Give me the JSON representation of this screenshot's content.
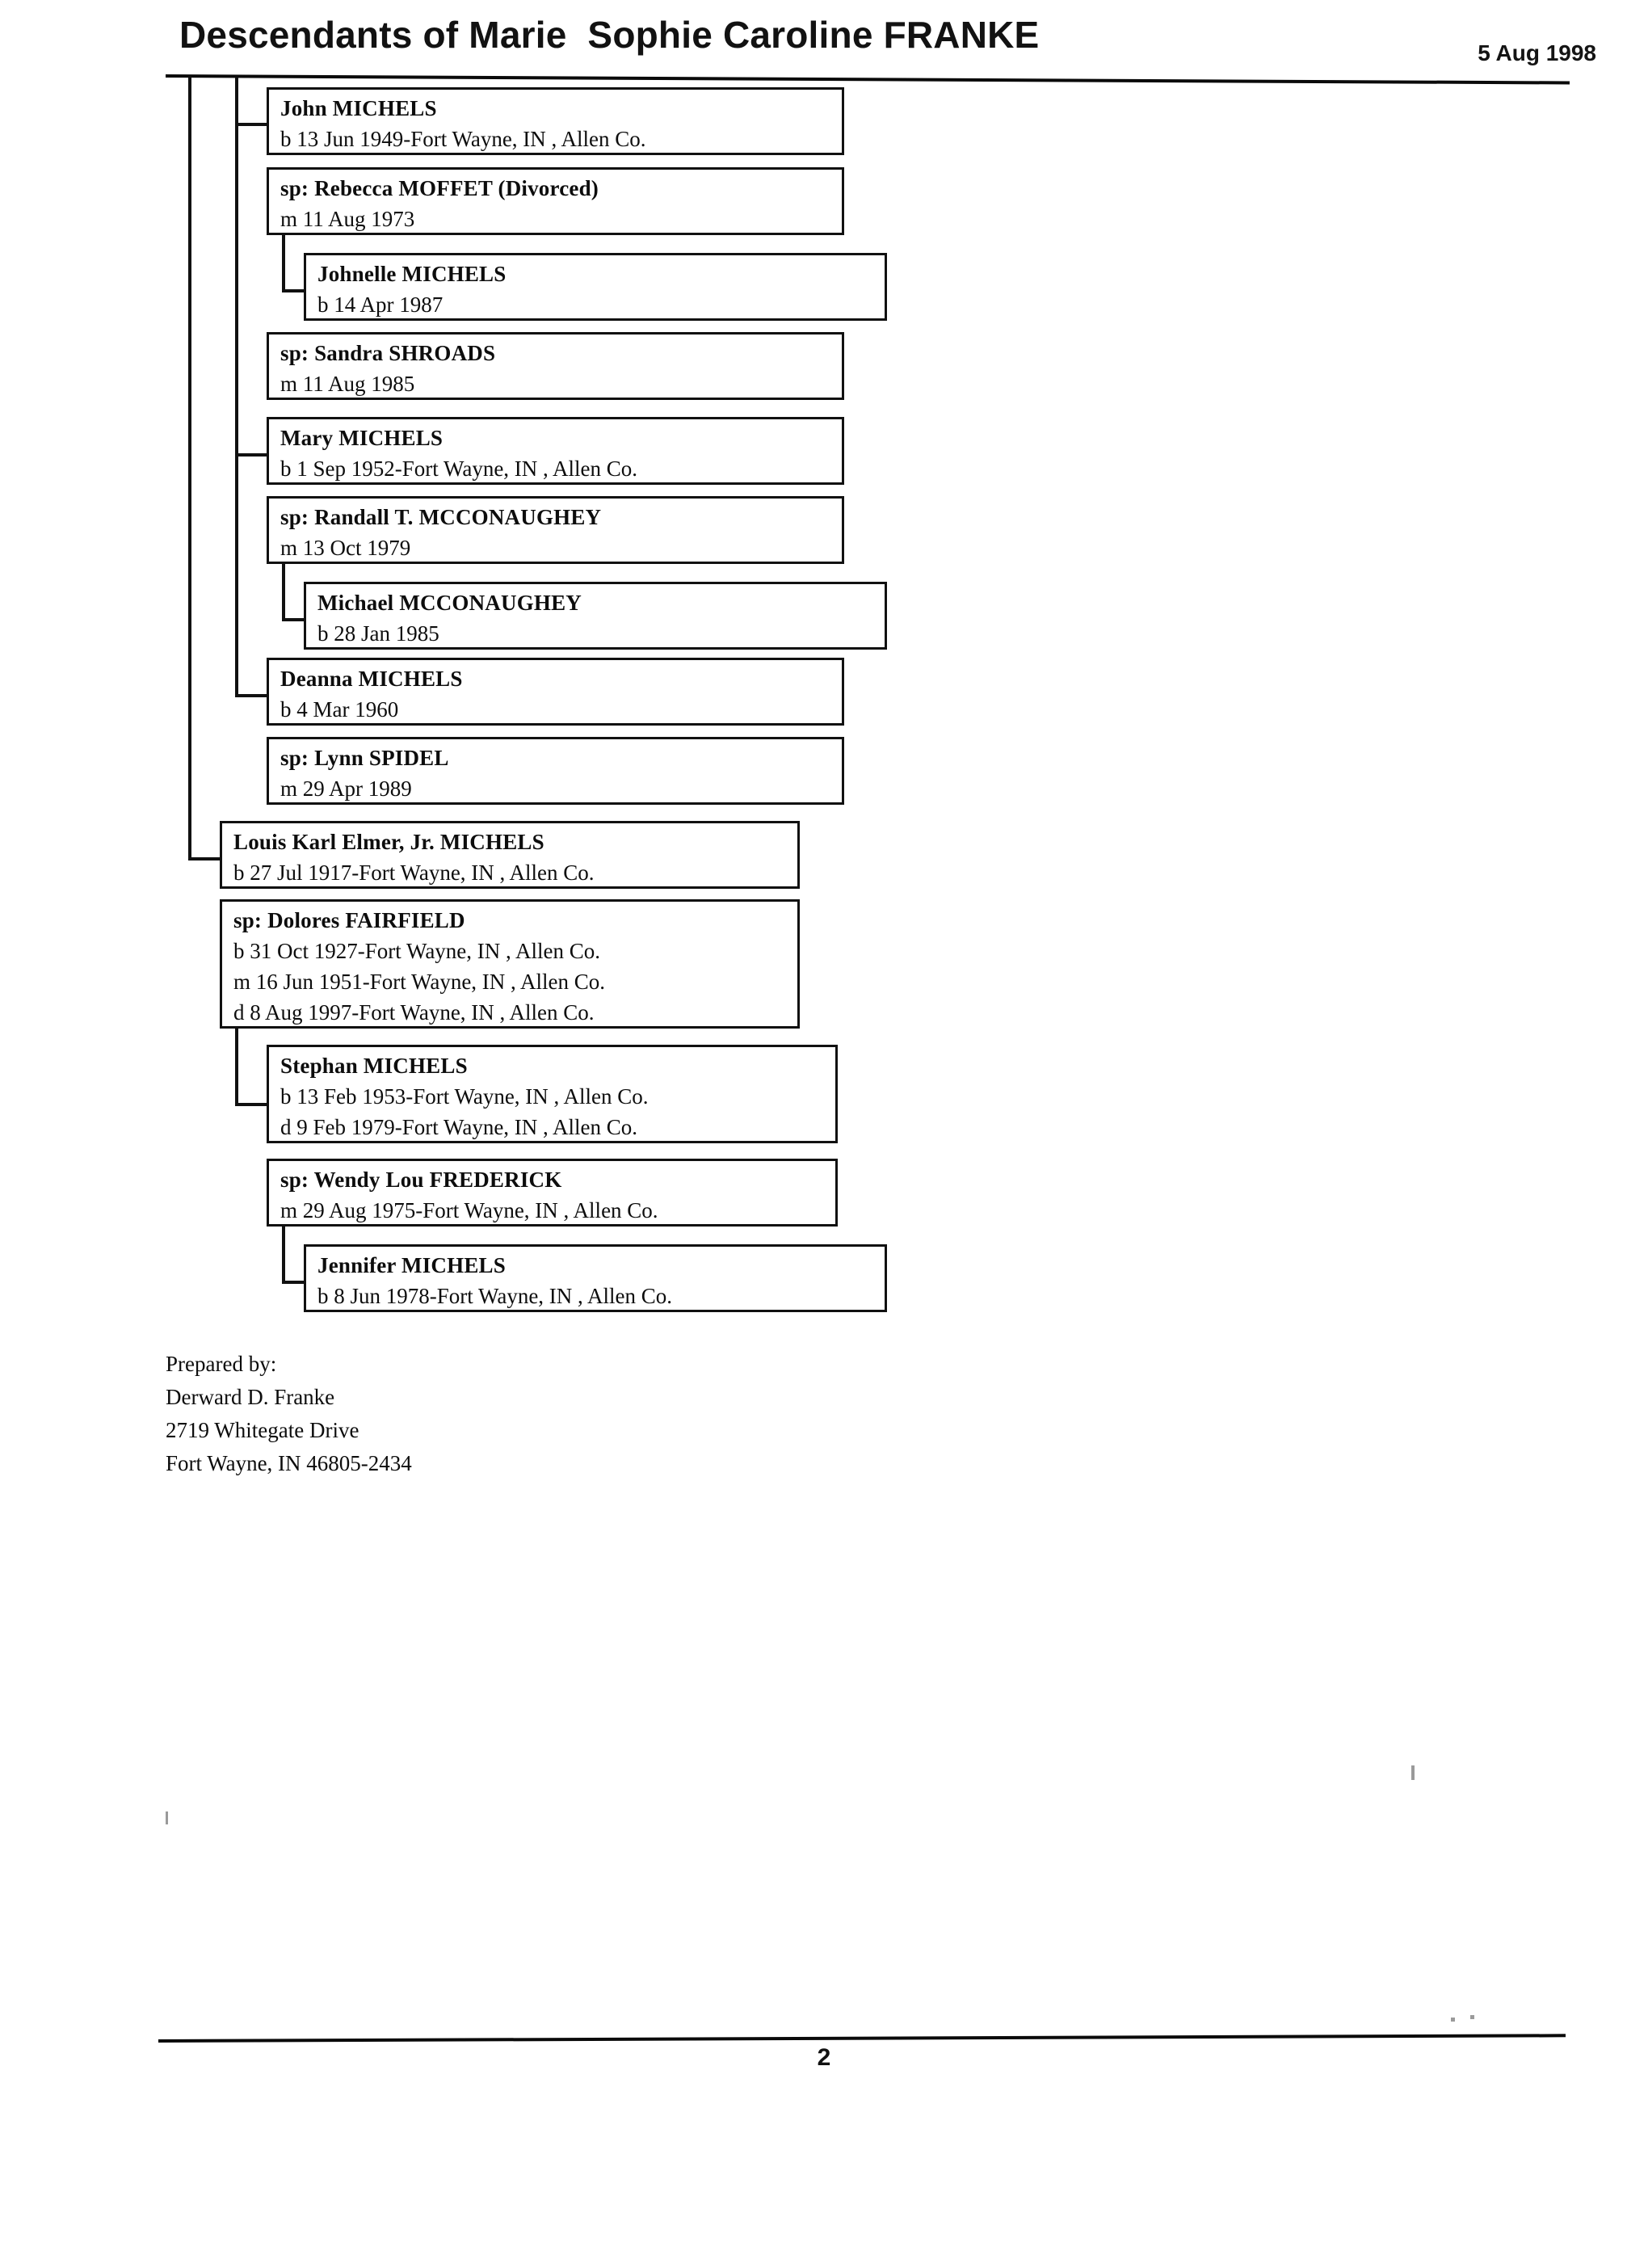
{
  "document": {
    "title": "Descendants of Marie  Sophie Caroline FRANKE",
    "date": "5 Aug 1998",
    "page_number": "2"
  },
  "prepared_by": {
    "label": "Prepared by:",
    "name": "Derward D. Franke",
    "street": "2719 Whitegate Drive",
    "city_state_zip": "Fort Wayne, IN 46805-2434"
  },
  "nodes": [
    {
      "id": "john-michels",
      "kind": "person",
      "name": "John MICHELS",
      "detail1": "b 13 Jun 1949-Fort Wayne, IN , Allen Co."
    },
    {
      "id": "rebecca-moffet",
      "kind": "spouse",
      "name": "sp: Rebecca MOFFET (Divorced)",
      "detail1": "m 11 Aug 1973"
    },
    {
      "id": "johnelle-michels",
      "kind": "child",
      "name": "Johnelle MICHELS",
      "detail1": "b 14 Apr 1987"
    },
    {
      "id": "sandra-shroads",
      "kind": "spouse",
      "name": "sp: Sandra SHROADS",
      "detail1": "m 11 Aug 1985"
    },
    {
      "id": "mary-michels",
      "kind": "person",
      "name": "Mary MICHELS",
      "detail1": "b 1 Sep 1952-Fort Wayne, IN , Allen Co."
    },
    {
      "id": "randall-mcconaughey",
      "kind": "spouse",
      "name": "sp: Randall T. MCCONAUGHEY",
      "detail1": "m 13 Oct 1979"
    },
    {
      "id": "michael-mcconaughey",
      "kind": "child",
      "name": "Michael MCCONAUGHEY",
      "detail1": "b 28 Jan 1985"
    },
    {
      "id": "deanna-michels",
      "kind": "person",
      "name": "Deanna MICHELS",
      "detail1": "b 4 Mar 1960"
    },
    {
      "id": "lynn-spidel",
      "kind": "spouse",
      "name": "sp: Lynn SPIDEL",
      "detail1": "m 29 Apr 1989"
    },
    {
      "id": "louis-michels",
      "kind": "person",
      "name": "Louis Karl Elmer, Jr. MICHELS",
      "detail1": "b 27 Jul 1917-Fort Wayne, IN , Allen Co."
    },
    {
      "id": "dolores-fairfield",
      "kind": "spouse",
      "name": "sp: Dolores FAIRFIELD",
      "detail1": "b 31 Oct 1927-Fort Wayne, IN , Allen Co.",
      "detail2": "m 16 Jun 1951-Fort Wayne, IN , Allen Co.",
      "detail3": "d 8 Aug 1997-Fort Wayne, IN , Allen Co."
    },
    {
      "id": "stephan-michels",
      "kind": "child",
      "name": "Stephan MICHELS",
      "detail1": "b 13 Feb 1953-Fort Wayne, IN , Allen Co.",
      "detail2": "d 9 Feb 1979-Fort Wayne, IN , Allen Co."
    },
    {
      "id": "wendy-frederick",
      "kind": "spouse",
      "name": "sp: Wendy Lou FREDERICK",
      "detail1": "m 29 Aug 1975-Fort Wayne, IN , Allen Co."
    },
    {
      "id": "jennifer-michels",
      "kind": "child",
      "name": "Jennifer MICHELS",
      "detail1": "b 8 Jun 1978-Fort Wayne, IN , Allen Co."
    }
  ]
}
